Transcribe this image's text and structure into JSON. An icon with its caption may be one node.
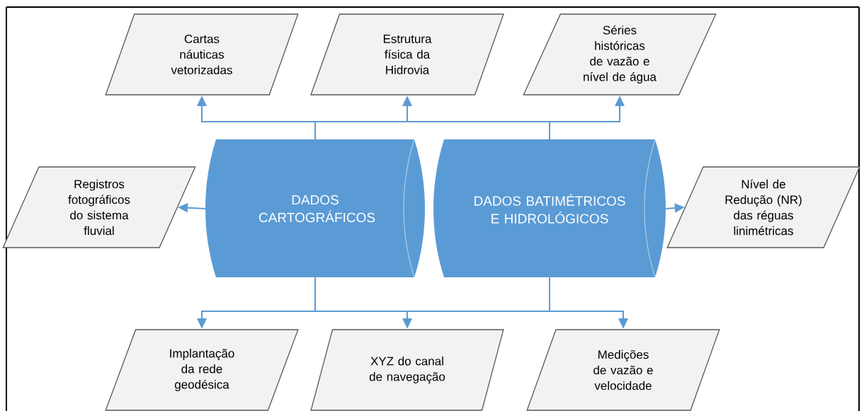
{
  "diagram": {
    "nodes": [
      {
        "text": [
          "Cartas náuticas vetorizadas"
        ]
      },
      {
        "text": [
          "Estrutura física da Hidrovia"
        ]
      },
      {
        "text": [
          "Séries históricas de vazão e nível de água"
        ]
      },
      {
        "text": [
          "Registros fotográficos do sistema fluvial"
        ]
      },
      {
        "text": [
          "DADOS CARTOGRÁFICOS"
        ]
      },
      {
        "text": [
          "DADOS BATIMÉTRICOS E HIDROLÓGICOS"
        ]
      },
      {
        "text": [
          "Nível de Redução (NR) das réguas linimétricas"
        ]
      },
      {
        "text": [
          "Implantação da rede geodésica"
        ]
      },
      {
        "text": [
          "XYZ do canal de navegação"
        ]
      },
      {
        "text": [
          "Medições de vazão e velocidade"
        ]
      }
    ],
    "edges": [
      {
        "from": 4,
        "to": 0,
        "arrow": "to"
      },
      {
        "from": 4,
        "to": 1,
        "arrow": "to"
      },
      {
        "from": 4,
        "to": 2,
        "arrow": "to"
      },
      {
        "from": 5,
        "to": 0,
        "arrow": "to"
      },
      {
        "from": 5,
        "to": 1,
        "arrow": "to"
      },
      {
        "from": 5,
        "to": 2,
        "arrow": "to"
      },
      {
        "from": 4,
        "to": 3,
        "arrow": "to"
      },
      {
        "from": 5,
        "to": 6,
        "arrow": "to"
      },
      {
        "from": 4,
        "to": 7,
        "arrow": "to"
      },
      {
        "from": 4,
        "to": 8,
        "arrow": "to"
      },
      {
        "from": 4,
        "to": 9,
        "arrow": "to"
      },
      {
        "from": 5,
        "to": 7,
        "arrow": "to"
      },
      {
        "from": 5,
        "to": 8,
        "arrow": "to"
      },
      {
        "from": 5,
        "to": 9,
        "arrow": "to"
      }
    ]
  }
}
